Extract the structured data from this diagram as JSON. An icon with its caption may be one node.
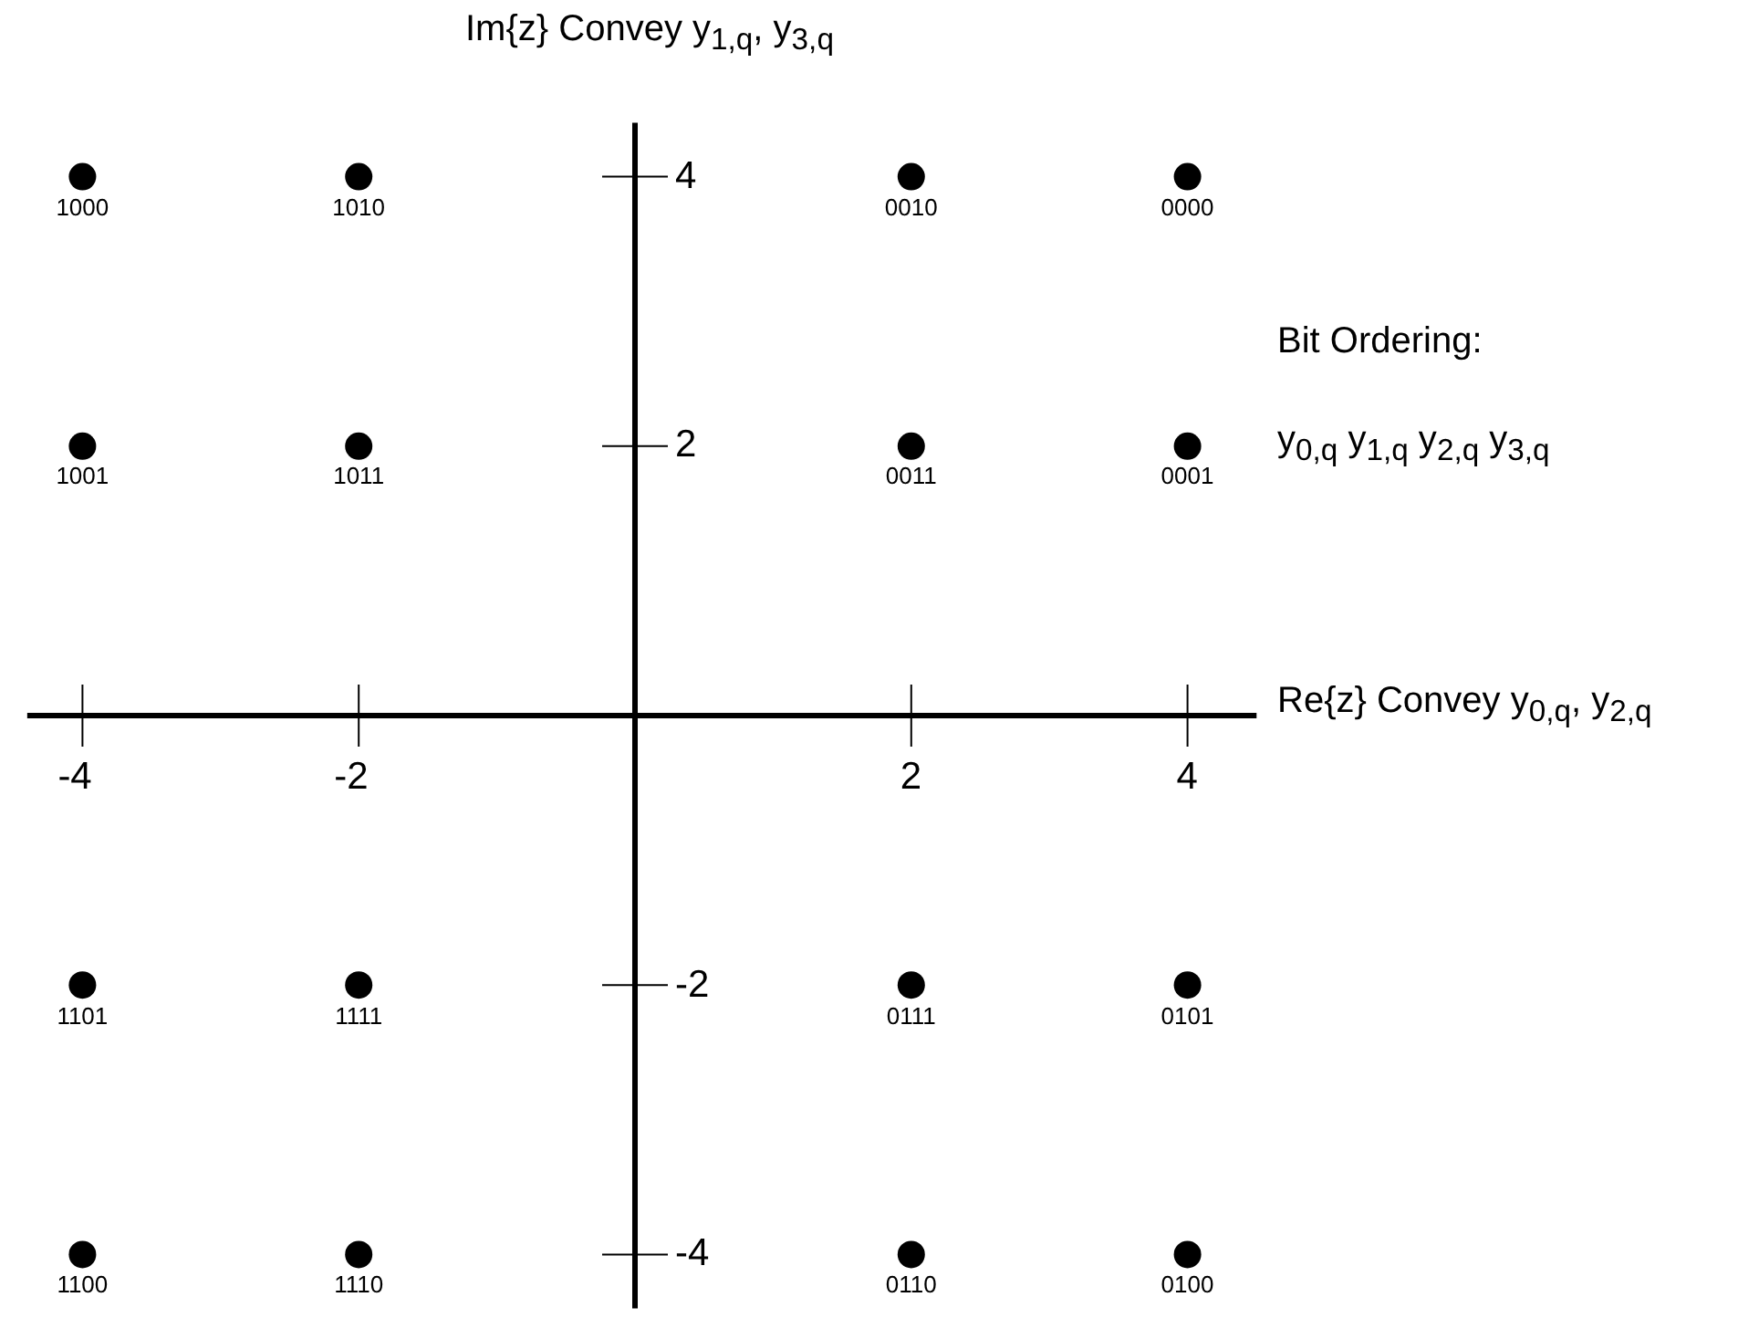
{
  "diagram": {
    "labels": [
      "Bit Ordering:",
      "y$_{0,q}$ y$_{1,q}$ y$_{2,q}$ y$_{3,q}$"
    ],
    "chart_data": {
      "type": "scatter",
      "xlabel": "Re{z} Convey y$_{0,q}$, y$_{2,q}$",
      "ylabel": "Im{z} Convey y$_{1,q}$, y$_{3,q}$",
      "xticks": [
        -4,
        -2,
        2,
        4
      ],
      "yticks": [
        4,
        2,
        -2,
        -4
      ],
      "xlim": [
        -4.4,
        4.5
      ],
      "ylim": [
        -4.4,
        4.4
      ],
      "x": [
        -4,
        -2,
        2,
        4,
        -4,
        -2,
        2,
        4,
        -4,
        -2,
        2,
        4,
        -4,
        -2,
        2,
        4
      ],
      "series": [
        {
          "values": [
            4,
            4,
            4,
            4,
            2,
            2,
            2,
            2,
            -2,
            -2,
            -2,
            -2,
            -4,
            -4,
            -4,
            -4
          ]
        }
      ],
      "annotations": [
        "1000",
        "1010",
        "0010",
        "0000",
        "1001",
        "1011",
        "0011",
        "0001",
        "1101",
        "1111",
        "0111",
        "0101",
        "1100",
        "1110",
        "0110",
        "0100"
      ]
    }
  }
}
